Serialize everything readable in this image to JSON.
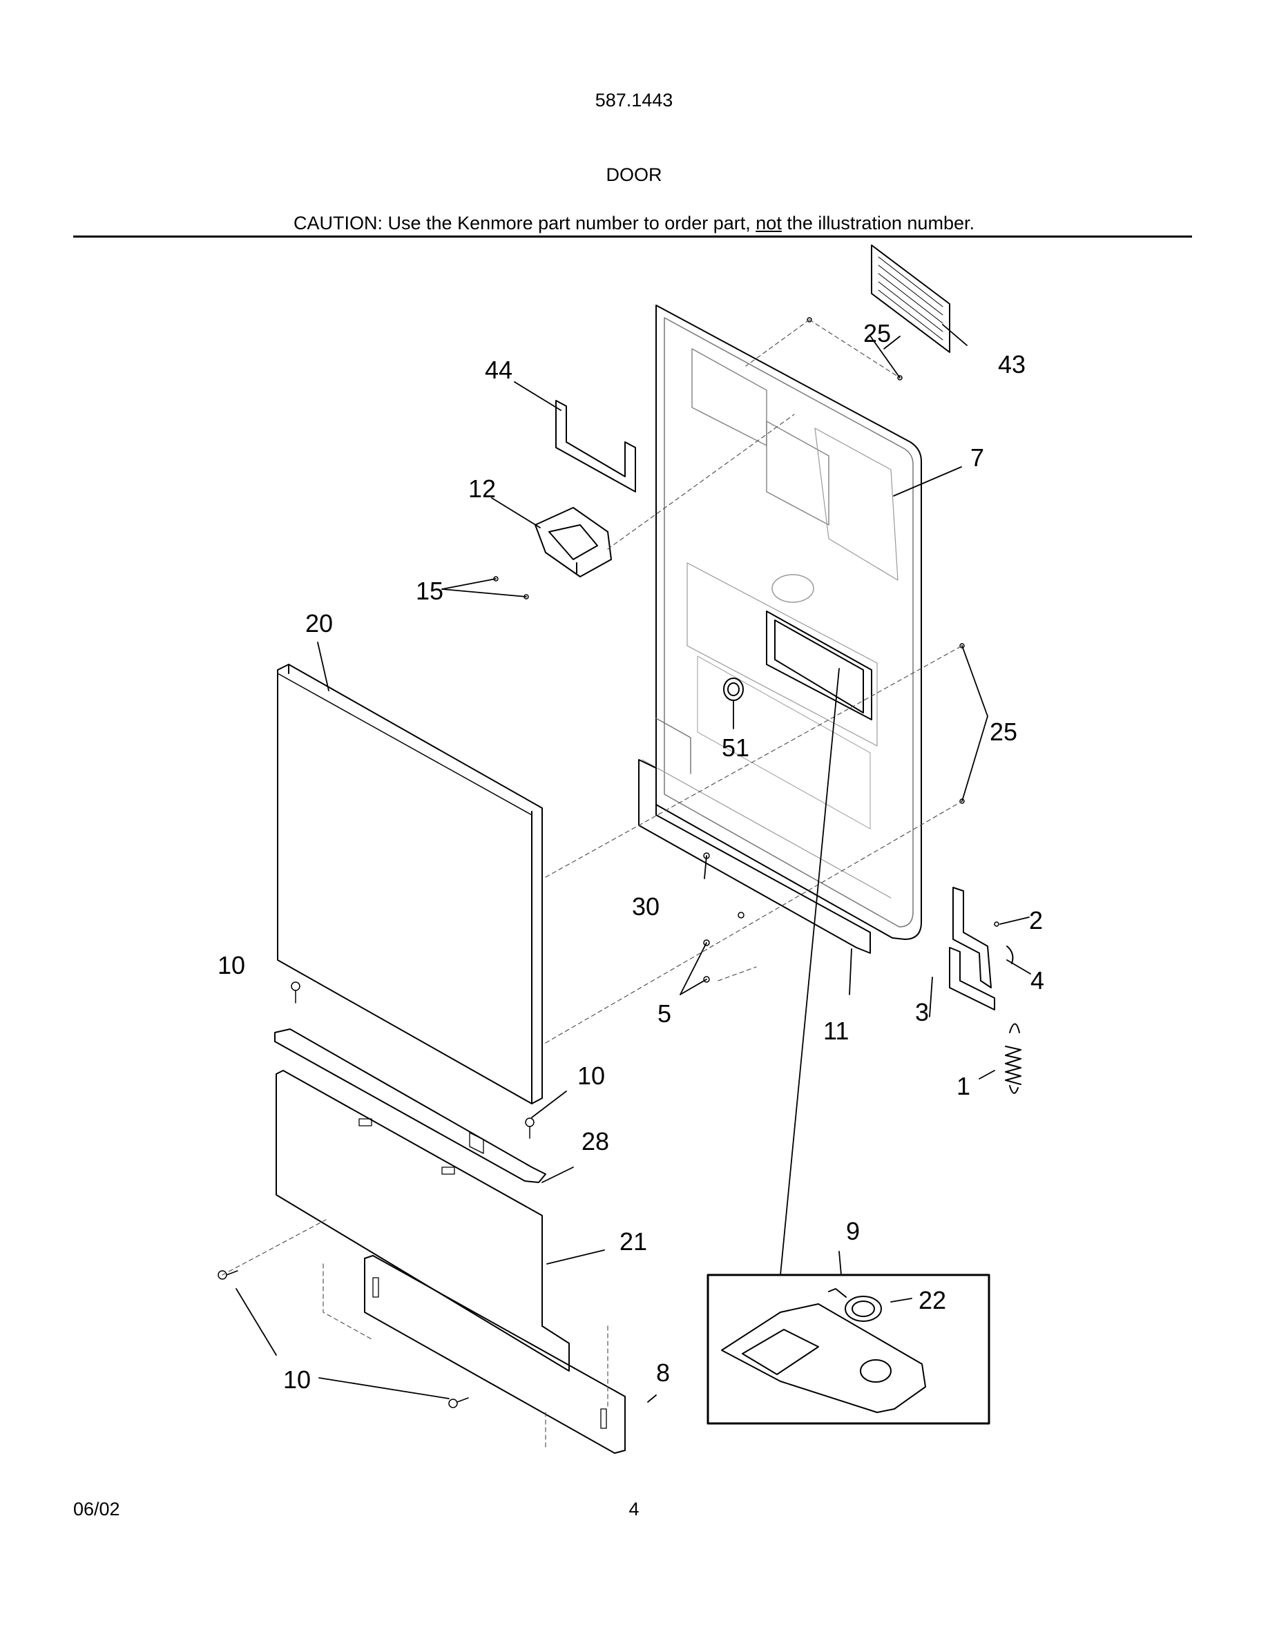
{
  "header": {
    "model": "587.1443",
    "section": "DOOR",
    "caution_pre": "CAUTION: Use the Kenmore part number to order part, ",
    "caution_not": "not",
    "caution_post": " the illustration number."
  },
  "footer": {
    "date": "06/02",
    "page": "4"
  },
  "callouts": {
    "p1": "1",
    "p2": "2",
    "p3": "3",
    "p4": "4",
    "p5": "5",
    "p7": "7",
    "p8": "8",
    "p9": "9",
    "p10a": "10",
    "p10b": "10",
    "p10c": "10",
    "p11": "11",
    "p12": "12",
    "p15": "15",
    "p20": "20",
    "p21": "21",
    "p22": "22",
    "p25a": "25",
    "p25b": "25",
    "p28": "28",
    "p30": "30",
    "p43": "43",
    "p44": "44",
    "p51": "51"
  }
}
